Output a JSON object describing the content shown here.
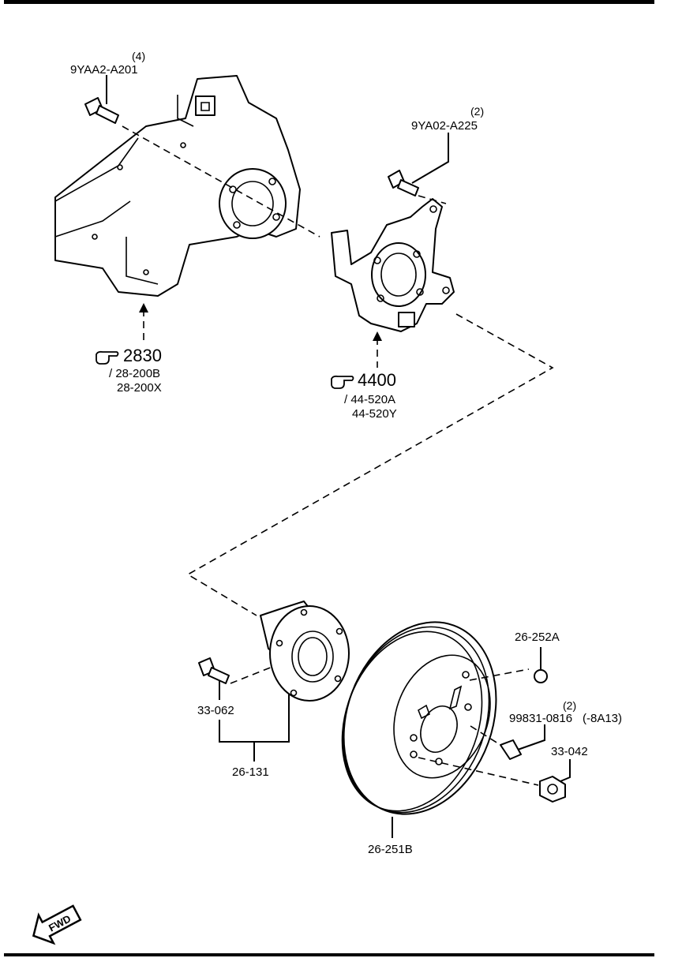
{
  "labels": {
    "bolt_knuckle_qty": "(4)",
    "bolt_knuckle_code": "9YAA2-A201",
    "bolt_plate_qty": "(2)",
    "bolt_plate_code": "9YA02-A225",
    "ref_knuckle": "2830",
    "ref_knuckle_sub1": "/ 28-200B",
    "ref_knuckle_sub2": "28-200X",
    "ref_plate": "4400",
    "ref_plate_sub1": "/ 44-520A",
    "ref_plate_sub2": "44-520Y",
    "hub_bolt": "33-062",
    "hub_assembly": "26-131",
    "disc": "26-251B",
    "cap": "26-252A",
    "screw_qty": "(2)",
    "screw_code": "99831-0816",
    "screw_note": "(-8A13)",
    "nut": "33-042",
    "fwd": "FWD"
  },
  "icons": {
    "reference": "pointing-hand-icon",
    "direction": "forward-arrow-icon"
  }
}
